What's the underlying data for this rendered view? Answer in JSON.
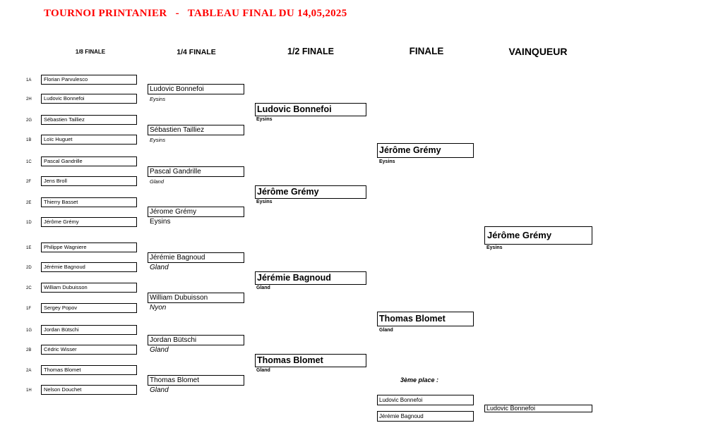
{
  "title": "TOURNOI PRINTANIER   -   TABLEAU FINAL DU 14,05,2025",
  "rounds": {
    "r16": "1/8 FINALE",
    "qf": "1/4 FINALE",
    "sf": "1/2 FINALE",
    "final": "FINALE",
    "winner": "VAINQUEUR"
  },
  "r16": [
    {
      "seed": "1A",
      "name": "Florian Parvulesco"
    },
    {
      "seed": "2H",
      "name": "Ludovic Bonnefoi"
    },
    {
      "seed": "2G",
      "name": "Sébastien Tailliez"
    },
    {
      "seed": "1B",
      "name": "Loïc Huguet"
    },
    {
      "seed": "1C",
      "name": "Pascal Gandrille"
    },
    {
      "seed": "2F",
      "name": "Jens Broll"
    },
    {
      "seed": "2E",
      "name": "Thierry Basset"
    },
    {
      "seed": "1D",
      "name": "Jérôme Grémy"
    },
    {
      "seed": "1E",
      "name": "Philippe Wagniere"
    },
    {
      "seed": "2D",
      "name": "Jérémie Bagnoud"
    },
    {
      "seed": "2C",
      "name": "William Dubuisson"
    },
    {
      "seed": "1F",
      "name": "Sergey Popov"
    },
    {
      "seed": "1G",
      "name": "Jordan Bütschi"
    },
    {
      "seed": "2B",
      "name": "Cédric Wisser"
    },
    {
      "seed": "2A",
      "name": "Thomas Blomet"
    },
    {
      "seed": "1H",
      "name": "Nelson Douchet"
    }
  ],
  "qf": [
    {
      "name": "Ludovic Bonnefoi",
      "club": "Eysins"
    },
    {
      "name": "Sébastien Tailliez",
      "club": "Eysins"
    },
    {
      "name": "Pascal Gandrille",
      "club": "Gland"
    },
    {
      "name": "Jérome Grémy",
      "club": "Eysins"
    },
    {
      "name": "Jérémie Bagnoud",
      "club": "Gland"
    },
    {
      "name": "William Dubuisson",
      "club": "Nyon"
    },
    {
      "name": "Jordan Bütschi",
      "club": "Gland"
    },
    {
      "name": "Thomas Blomet",
      "club": "Gland"
    }
  ],
  "sf": [
    {
      "name": "Ludovic Bonnefoi",
      "club": "Eysins"
    },
    {
      "name": "Jérôme Grémy",
      "club": "Eysins"
    },
    {
      "name": "Jérémie Bagnoud",
      "club": "Gland"
    },
    {
      "name": "Thomas Blomet",
      "club": "Gland"
    }
  ],
  "final": [
    {
      "name": "Jérôme Grémy",
      "club": "Eysins"
    },
    {
      "name": "Thomas Blomet",
      "club": "Gland"
    }
  ],
  "winner": {
    "name": "Jérôme Grémy",
    "club": "Eysins"
  },
  "third_place": {
    "label": "3ème place :",
    "players": [
      "Ludovic Bonnefoi",
      "Jérémie Bagnoud"
    ],
    "winner": "Ludovic Bonnefoi"
  }
}
